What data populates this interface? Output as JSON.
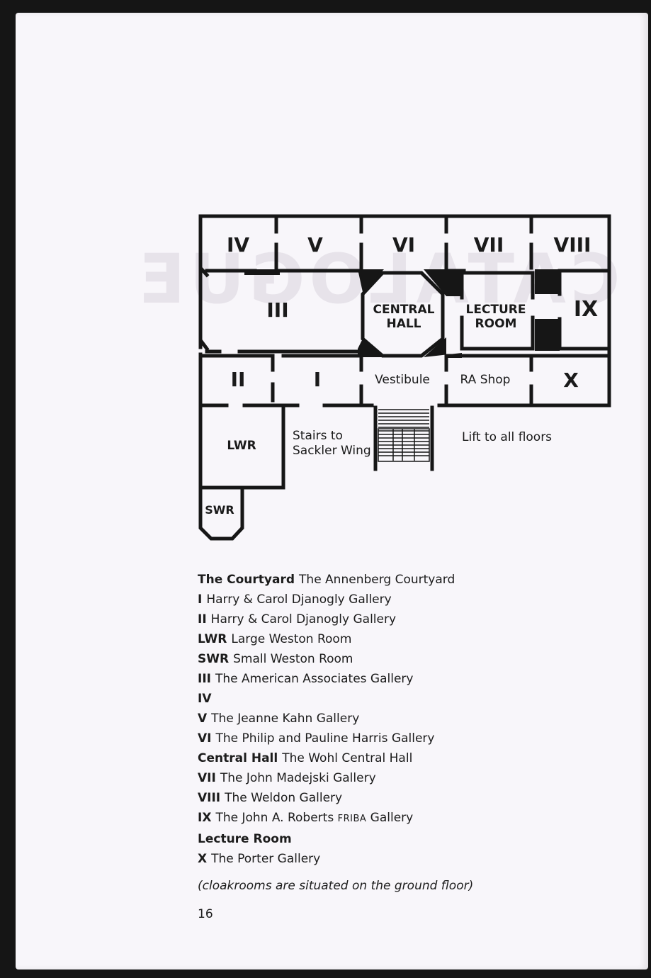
{
  "plan_labels": {
    "iv": "IV",
    "v": "V",
    "vi": "VI",
    "vii": "VII",
    "viii": "VIII",
    "iii": "III",
    "central_hall_1": "CENTRAL",
    "central_hall_2": "HALL",
    "lecture_room_1": "LECTURE",
    "lecture_room_2": "ROOM",
    "ix": "IX",
    "ii": "II",
    "i": "I",
    "vestibule": "Vestibule",
    "ra_shop": "RA Shop",
    "x": "X",
    "lwr": "LWR",
    "stairs_1": "Stairs to",
    "stairs_2": "Sackler Wing",
    "lift": "Lift to all floors",
    "swr": "SWR"
  },
  "legend": [
    {
      "key": "The Courtyard",
      "value": "The Annenberg Courtyard"
    },
    {
      "key": "I",
      "value": "Harry & Carol Djanogly Gallery"
    },
    {
      "key": "II",
      "value": "Harry & Carol Djanogly Gallery"
    },
    {
      "key": "LWR",
      "value": "Large Weston Room"
    },
    {
      "key": "SWR",
      "value": "Small Weston Room"
    },
    {
      "key": "III",
      "value": "The American Associates Gallery"
    },
    {
      "key": "IV",
      "value": ""
    },
    {
      "key": "V",
      "value": "The Jeanne Kahn Gallery"
    },
    {
      "key": "VI",
      "value": "The Philip and Pauline Harris Gallery"
    },
    {
      "key": "Central Hall",
      "value": "The Wohl Central Hall"
    },
    {
      "key": "VII",
      "value": "The John Madejski Gallery"
    },
    {
      "key": "VIII",
      "value": "The Weldon Gallery"
    },
    {
      "key": "IX",
      "value": "The John A. Roberts",
      "value_sc": "FRIBA",
      "value_after": "Gallery"
    },
    {
      "key": "Lecture Room",
      "value": ""
    },
    {
      "key": "X",
      "value": "The Porter Gallery"
    }
  ],
  "note": "(cloakrooms are situated on the ground floor)",
  "page_number": "16",
  "ghost_text": "CATALOGUE"
}
